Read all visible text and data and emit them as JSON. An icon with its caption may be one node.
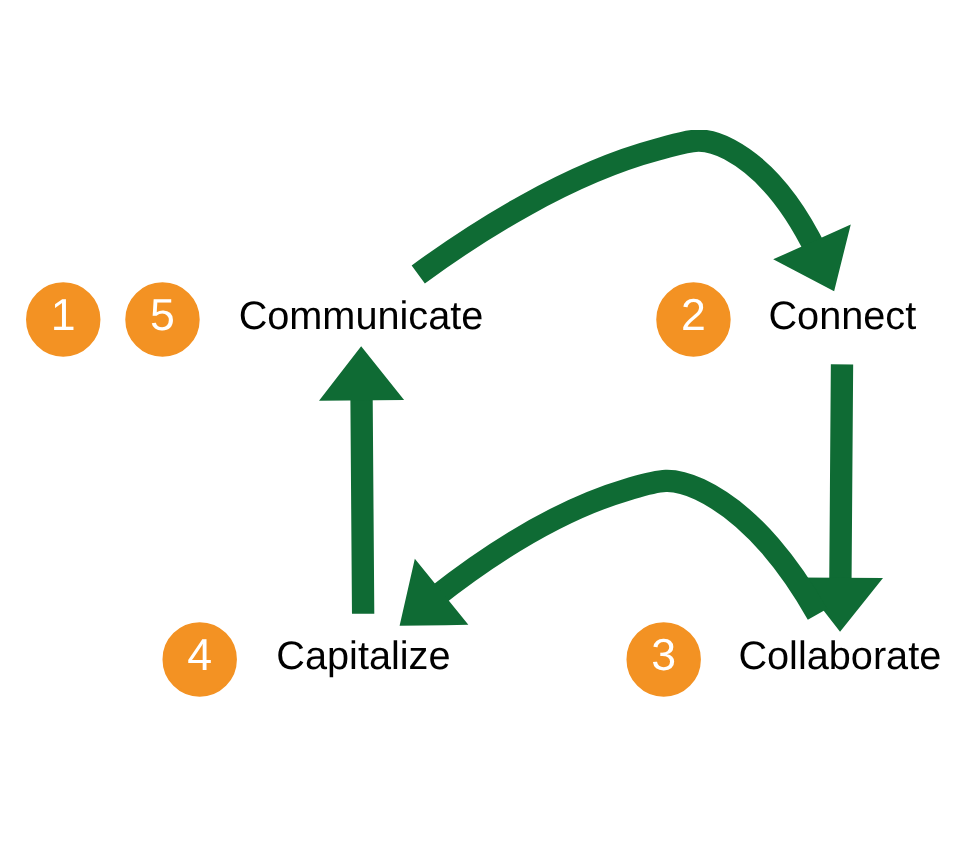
{
  "diagram": {
    "nodes": [
      {
        "text": [
          "Communicate"
        ],
        "beside": [
          "1",
          "5"
        ]
      },
      {
        "text": [
          "Connect"
        ],
        "beside": [
          "2"
        ]
      },
      {
        "text": [
          "Collaborate"
        ],
        "beside": [
          "3"
        ]
      },
      {
        "text": [
          "Capitalize"
        ],
        "beside": [
          "4"
        ]
      }
    ],
    "edges": [
      {
        "from": 0,
        "to": 1,
        "arrow": "to"
      },
      {
        "from": 1,
        "to": 2,
        "arrow": "to"
      },
      {
        "from": 2,
        "to": 3,
        "arrow": "to"
      },
      {
        "from": 3,
        "to": 0,
        "arrow": "to"
      }
    ]
  }
}
